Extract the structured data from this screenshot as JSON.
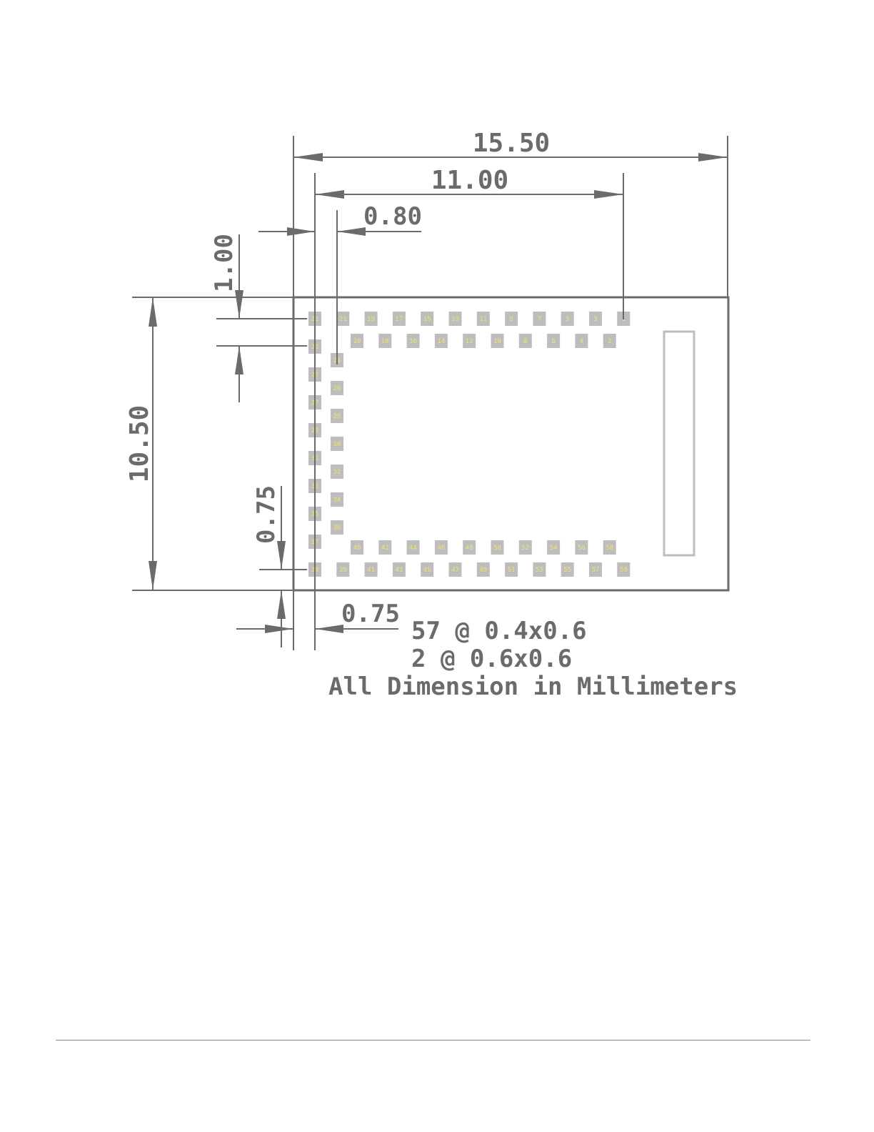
{
  "dimensions": {
    "width": "15.50",
    "pin_span": "11.00",
    "pin_offset": "0.80",
    "top_offset": "1.00",
    "height": "10.50",
    "bottom_row_offset": "0.75",
    "left_offset": "0.75"
  },
  "notes": {
    "line1": "57 @ 0.4x0.6",
    "line2": "2 @ 0.6x0.6",
    "line3": "All Dimension in Millimeters"
  },
  "pins": {
    "top_outer": [
      "22",
      "21",
      "19",
      "17",
      "15",
      "13",
      "11",
      "9",
      "7",
      "5",
      "3",
      "1"
    ],
    "top_inner": [
      "20",
      "18",
      "16",
      "14",
      "12",
      "10",
      "8",
      "6",
      "4",
      "2"
    ],
    "left_outer": [
      "23",
      "25",
      "27",
      "29",
      "31",
      "33",
      "35",
      "37"
    ],
    "left_inner": [
      "24",
      "26",
      "28",
      "30",
      "32",
      "34",
      "36"
    ],
    "bottom_inner": [
      "40",
      "42",
      "44",
      "46",
      "48",
      "50",
      "52",
      "54",
      "56",
      "58"
    ],
    "bottom_outer": [
      "38",
      "39",
      "41",
      "43",
      "45",
      "47",
      "49",
      "51",
      "53",
      "55",
      "57",
      "59"
    ]
  },
  "colors": {
    "line": "#6b6b6b",
    "pad": "#bdbdbd",
    "pin_label": "#f0e36a"
  }
}
